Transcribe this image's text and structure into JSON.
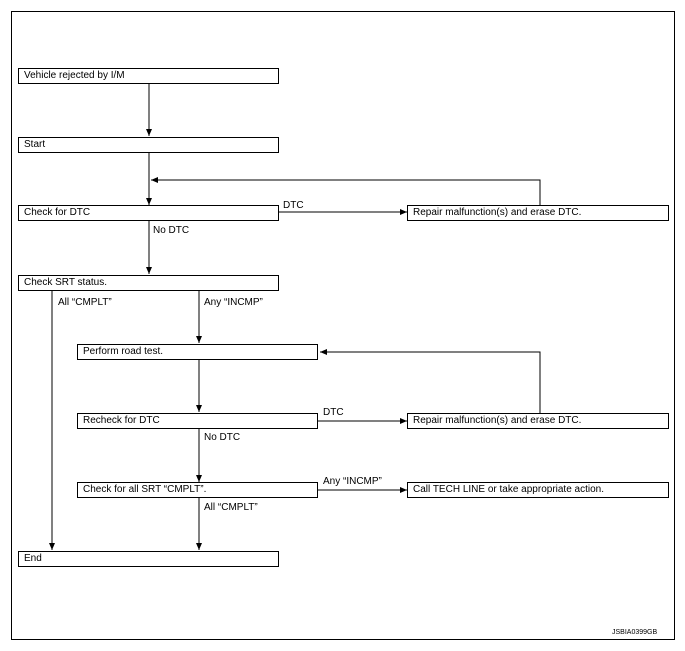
{
  "flowchart": {
    "boxes": {
      "vehicle_rejected": "Vehicle rejected by I/M",
      "start": "Start",
      "check_dtc": "Check for DTC",
      "repair_1": "Repair malfunction(s) and erase DTC.",
      "check_srt": "Check SRT status.",
      "road_test": "Perform road test.",
      "recheck_dtc": "Recheck for DTC",
      "repair_2": "Repair malfunction(s) and erase DTC.",
      "check_all_srt": "Check for all SRT “CMPLT”.",
      "tech_line": "Call TECH LINE or take appropriate action.",
      "end": "End"
    },
    "labels": {
      "dtc_1": "DTC",
      "no_dtc_1": "No DTC",
      "all_cmplt_1": "All “CMPLT”",
      "any_incmp_1": "Any “INCMP”",
      "dtc_2": "DTC",
      "no_dtc_2": "No DTC",
      "any_incmp_2": "Any “INCMP”",
      "all_cmplt_2": "All “CMPLT”"
    },
    "figure_code": "JSBIA0399GB"
  }
}
